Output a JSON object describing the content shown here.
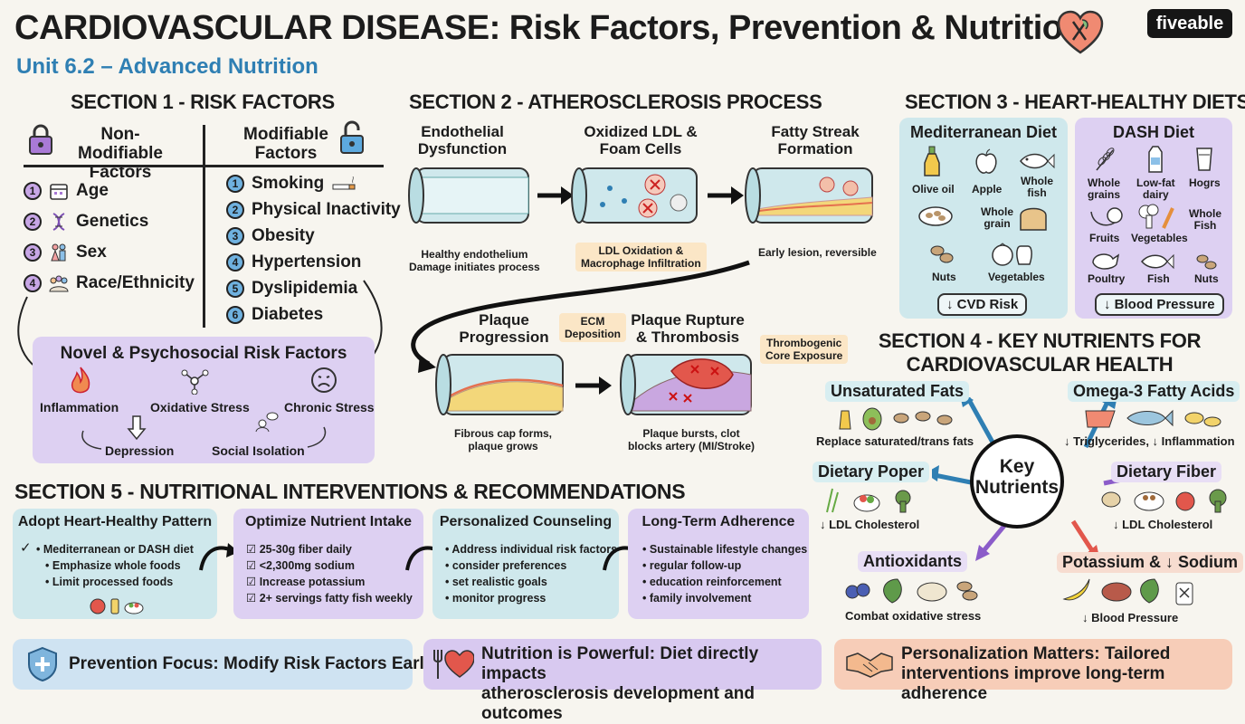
{
  "header": {
    "title_main": "CARDIOVASCULAR DISEASE:",
    "title_sub": "Risk Factors, Prevention & Nutrition",
    "unit": "Unit 6.2 – Advanced Nutrition",
    "logo": "fiveable"
  },
  "s1": {
    "title": "SECTION 1 - RISK FACTORS",
    "nonmod_title": "Non-Modifiable\nFactors",
    "mod_title": "Modifiable\nFactors",
    "nonmod": [
      {
        "n": "1",
        "label": "Age"
      },
      {
        "n": "2",
        "label": "Genetics"
      },
      {
        "n": "3",
        "label": "Sex"
      },
      {
        "n": "4",
        "label": "Race/Ethnicity"
      }
    ],
    "mod": [
      {
        "n": "1",
        "label": "Smoking"
      },
      {
        "n": "2",
        "label": "Physical Inactivity"
      },
      {
        "n": "3",
        "label": "Obesity"
      },
      {
        "n": "4",
        "label": "Hypertension"
      },
      {
        "n": "5",
        "label": "Dyslipidemia"
      },
      {
        "n": "6",
        "label": "Diabetes"
      }
    ],
    "novel_title": "Novel & Psychosocial Risk Factors",
    "novel": {
      "inflammation": "Inflammation",
      "oxidative": "Oxidative Stress",
      "chronic": "Chronic Stress",
      "depression": "Depression",
      "social": "Social Isolation"
    }
  },
  "s2": {
    "title": "SECTION 2 - ATHEROSCLEROSIS PROCESS",
    "steps": [
      {
        "title": "Endothelial\nDysfunction",
        "note": "Healthy endothelium\nDamage initiates process"
      },
      {
        "title": "Oxidized LDL &\nFoam Cells",
        "note": "LDL Oxidation &\nMacrophage Infiltration"
      },
      {
        "title": "Fatty Streak\nFormation",
        "note": "Early lesion, reversible"
      },
      {
        "title": "Plaque\nProgression",
        "note": "Fibrous cap forms,\nplaque grows"
      },
      {
        "title": "Plaque Rupture\n& Thrombosis",
        "note": "Plaque bursts, clot\nblocks artery (MI/Stroke)"
      }
    ],
    "ecm": "ECM\nDeposition",
    "thrombogenic": "Thrombogenic\nCore Exposure"
  },
  "s3": {
    "title": "SECTION 3 - HEART-HEALTHY DIETS",
    "med": {
      "title": "Mediterranean Diet",
      "foods": [
        "Olive oil",
        "Apple",
        "Whole\nfish",
        "Whole\ngrain",
        "Nuts",
        "Vegetables"
      ],
      "result": "↓ CVD Risk"
    },
    "dash": {
      "title": "DASH Diet",
      "foods": [
        "Whole\ngrains",
        "Low-fat\ndairy",
        "Hogrs",
        "Whole\nFish",
        "Fruits",
        "Vegetables",
        "Poultry",
        "Fish",
        "Nuts"
      ],
      "result": "↓ Blood Pressure"
    }
  },
  "s4": {
    "title": "SECTION 4 - KEY NUTRIENTS FOR\nCARDIOVASCULAR HEALTH",
    "center": "Key\nNutrients",
    "items": [
      {
        "name": "Unsaturated Fats",
        "note": "Replace saturated/trans fats"
      },
      {
        "name": "Omega-3 Fatty Acids",
        "note": "↓ Triglycerides, ↓ Inflammation"
      },
      {
        "name": "Dietary Poper",
        "note": "↓ LDL Cholesterol"
      },
      {
        "name": "Dietary Fiber",
        "note": "↓ LDL Cholesterol"
      },
      {
        "name": "Antioxidants",
        "note": "Combat oxidative stress"
      },
      {
        "name": "Potassium & ↓ Sodium",
        "note": "↓ Blood Pressure"
      }
    ]
  },
  "s5": {
    "title": "SECTION 5 - NUTRITIONAL INTERVENTIONS & RECOMMENDATIONS",
    "cards": [
      {
        "title": "Adopt Heart-Healthy Pattern",
        "items": [
          "Mediterranean or DASH diet",
          "Emphasize whole foods",
          "Limit processed foods"
        ]
      },
      {
        "title": "Optimize Nutrient Intake",
        "items": [
          "25-30g fiber daily",
          "<2,300mg sodium",
          "Increase potassium",
          "2+ servings fatty fish weekly"
        ]
      },
      {
        "title": "Personalized Counseling",
        "items": [
          "Address individual risk factors",
          "consider preferences",
          "set realistic goals",
          "monitor progress"
        ]
      },
      {
        "title": "Long-Term Adherence",
        "items": [
          "Sustainable lifestyle changes",
          "regular follow-up",
          "education reinforcement",
          "family involvement"
        ]
      }
    ]
  },
  "banners": [
    {
      "text": "Prevention Focus: Modify Risk Factors Early"
    },
    {
      "text": "Nutrition is Powerful: Diet directly impacts\natherosclerosis development and outcomes"
    },
    {
      "text": "Personalization Matters: Tailored\ninterventions improve long-term adherence"
    }
  ],
  "colors": {
    "purple": "#ddd0f2",
    "teal": "#cfe8ec",
    "peach": "#f7cdb8",
    "blue": "#2f7fb3",
    "red": "#e2574c"
  },
  "icons": [
    "heart-fork-icon",
    "padlock-closed-icon",
    "padlock-open-icon",
    "calendar-icon",
    "dna-icon",
    "people-icon",
    "cigarette-icon",
    "flame-icon",
    "molecule-icon",
    "sad-face-icon",
    "shield-icon",
    "handshake-icon"
  ]
}
